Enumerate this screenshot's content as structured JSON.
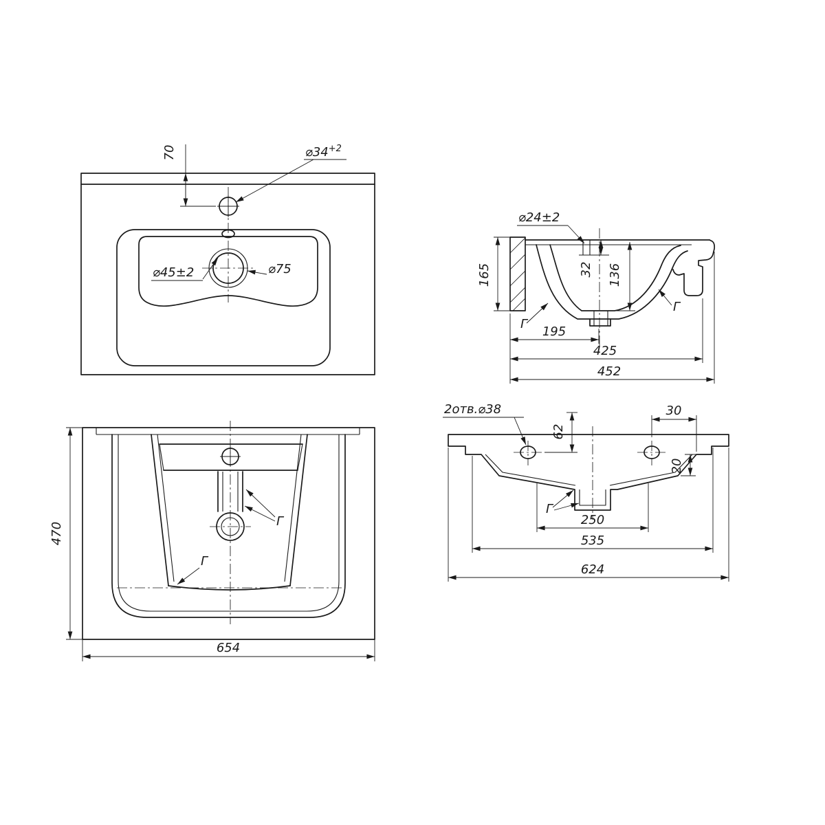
{
  "views": {
    "top_plan": {
      "dims": {
        "faucet_dia": "⌀34",
        "faucet_tol": "+2",
        "faucet_offset": "70",
        "drain_dia": "⌀45±2",
        "recess_dia": "⌀75"
      }
    },
    "side_section": {
      "dims": {
        "overflow_dia": "⌀24±2",
        "height": "165",
        "overflow_depth": "32",
        "bowl_depth": "136",
        "drain_offset": "195",
        "depth_inner": "425",
        "depth_total": "452"
      }
    },
    "front_view": {
      "dims": {
        "height": "470",
        "width": "654"
      }
    },
    "bottom_section": {
      "dims": {
        "holes_note": "2отв.⌀38",
        "hole_offset": "62",
        "d30": "30",
        "d20": "20",
        "d250": "250",
        "d535": "535",
        "width_total": "624"
      }
    }
  },
  "surface_mark": "Г",
  "colors": {
    "line": "#1a1a1a",
    "background": "#ffffff"
  }
}
